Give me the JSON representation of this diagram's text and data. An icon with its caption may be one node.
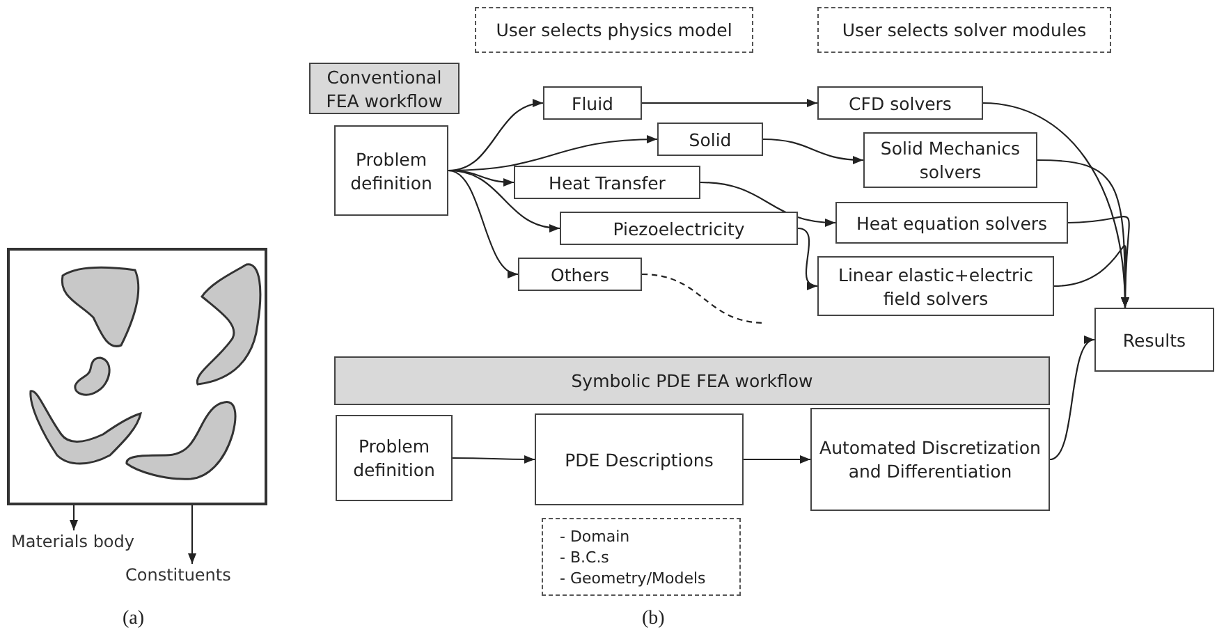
{
  "diagram": {
    "nodes": [
      {
        "text": [
          "User selects physics model"
        ]
      },
      {
        "text": [
          "User selects solver modules"
        ]
      },
      {
        "text": [
          "Conventional FEA workflow"
        ]
      },
      {
        "text": [
          "Problem definition"
        ]
      },
      {
        "text": [
          "Fluid"
        ]
      },
      {
        "text": [
          "Solid"
        ]
      },
      {
        "text": [
          "Heat Transfer"
        ]
      },
      {
        "text": [
          "Piezoelectricity"
        ]
      },
      {
        "text": [
          "Others"
        ]
      },
      {
        "text": [
          "CFD solvers"
        ]
      },
      {
        "text": [
          "Solid Mechanics solvers"
        ]
      },
      {
        "text": [
          "Heat equation solvers"
        ]
      },
      {
        "text": [
          "Linear elastic+electric field solvers"
        ]
      },
      {
        "text": [
          "Results"
        ]
      },
      {
        "text": [
          "Symbolic PDE FEA workflow"
        ]
      },
      {
        "text": [
          "Problem definition"
        ]
      },
      {
        "text": [
          "PDE Descriptions"
        ]
      },
      {
        "text": [
          "Automated Discretization and Differentiation"
        ]
      },
      {
        "text": [
          "- Domain",
          "- B.C.s",
          "- Geometry/Models"
        ]
      },
      {
        "text": [],
        "shape": "box"
      },
      {
        "text": [],
        "shape": "blob",
        "in": 19
      },
      {
        "text": [],
        "shape": "blob",
        "in": 19
      },
      {
        "text": [],
        "shape": "blob",
        "in": 19
      },
      {
        "text": [],
        "shape": "blob",
        "in": 19
      },
      {
        "text": [],
        "shape": "blob",
        "in": 19
      },
      {
        "text": [
          "Materials body"
        ]
      },
      {
        "text": [
          "Constituents"
        ]
      }
    ],
    "edges": [
      {
        "from": 3,
        "to": 4,
        "arrow": "to"
      },
      {
        "from": 3,
        "to": 5,
        "arrow": "to"
      },
      {
        "from": 3,
        "to": 6,
        "arrow": "to"
      },
      {
        "from": 3,
        "to": 7,
        "arrow": "to"
      },
      {
        "from": 3,
        "to": 8,
        "arrow": "to"
      },
      {
        "from": 4,
        "to": 9,
        "arrow": "to"
      },
      {
        "from": 5,
        "to": 10,
        "arrow": "to"
      },
      {
        "from": 6,
        "to": 11,
        "arrow": "to"
      },
      {
        "from": 7,
        "to": 12,
        "arrow": "to"
      },
      {
        "from": 8,
        "to": null,
        "arrow": "none",
        "style": "dashed"
      },
      {
        "from": 9,
        "to": 13,
        "arrow": "to"
      },
      {
        "from": 10,
        "to": 13,
        "arrow": "to"
      },
      {
        "from": 11,
        "to": 13,
        "arrow": "to"
      },
      {
        "from": 12,
        "to": 13,
        "arrow": "to"
      },
      {
        "from": 15,
        "to": 16,
        "arrow": "to"
      },
      {
        "from": 16,
        "to": 17,
        "arrow": "to"
      },
      {
        "from": 17,
        "to": 13,
        "arrow": "to"
      },
      {
        "from": 19,
        "to": 25,
        "arrow": "to"
      },
      {
        "from": 24,
        "to": 26,
        "arrow": "to"
      }
    ],
    "labels": [
      "(a)",
      "(b)"
    ]
  }
}
